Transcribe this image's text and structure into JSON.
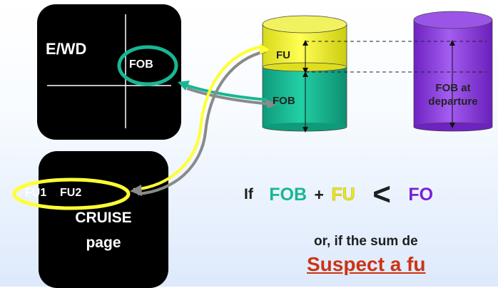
{
  "ewd": {
    "title": "E/WD",
    "fob_label": "FOB"
  },
  "cruise": {
    "fu1": "FU1",
    "fu2": "FU2",
    "title_line1": "CRUISE",
    "title_line2": "page"
  },
  "tank1": {
    "fu_label": "FU",
    "fob_label": "FOB"
  },
  "tank2": {
    "label_line1": "FOB at",
    "label_line2": "departure"
  },
  "formula": {
    "if": "If",
    "fob": "FOB",
    "plus": "+",
    "fu": "FU",
    "lt": "<",
    "rhs_partial": "FO"
  },
  "note": "or, if the sum de",
  "warning": "Suspect a fu",
  "colors": {
    "teal": "#17b793",
    "yellow": "#ffff33",
    "purple": "#8b3ddb",
    "gray": "#8a8a8a",
    "warning_red": "#cc3314",
    "formula_purple": "#7a1fd6"
  }
}
